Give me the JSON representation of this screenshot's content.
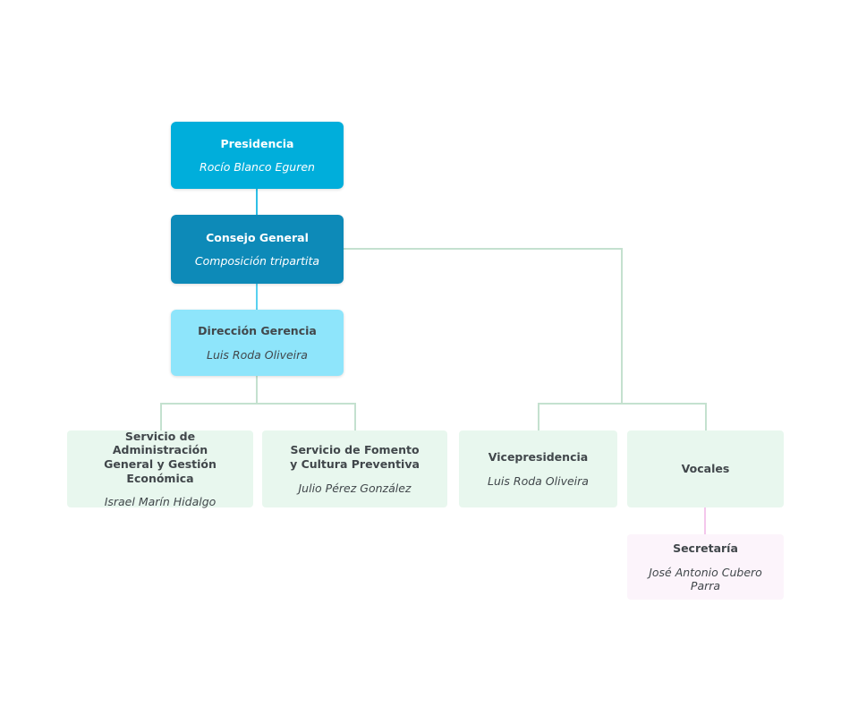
{
  "diagram": {
    "type": "org-chart",
    "background_color": "#ffffff",
    "nodes": [
      {
        "id": "presidencia",
        "title_lines": [
          "Presidencia"
        ],
        "subtitle": "Rocío Blanco Eguren",
        "color": "#00aedb",
        "text_color": "#ffffff"
      },
      {
        "id": "consejo-general",
        "title_lines": [
          "Consejo General"
        ],
        "subtitle": "Composición tripartita",
        "color": "#0d8ab8",
        "text_color": "#ffffff"
      },
      {
        "id": "direccion-gerencia",
        "title_lines": [
          "Dirección Gerencia"
        ],
        "subtitle": "Luis Roda Oliveira",
        "color": "#8ee5fb",
        "text_color": "#41474b"
      },
      {
        "id": "servicio-administracion",
        "title_lines": [
          "Servicio de Administración",
          "General y Gestión Económica"
        ],
        "subtitle": "Israel Marín Hidalgo",
        "color": "#e8f7ee",
        "text_color": "#41474b"
      },
      {
        "id": "servicio-fomento",
        "title_lines": [
          "Servicio de Fomento",
          "y Cultura Preventiva"
        ],
        "subtitle": "Julio Pérez González",
        "color": "#e8f7ee",
        "text_color": "#41474b"
      },
      {
        "id": "vicepresidencia",
        "title_lines": [
          "Vicepresidencia"
        ],
        "subtitle": "Luis Roda Oliveira",
        "color": "#e8f7ee",
        "text_color": "#41474b"
      },
      {
        "id": "vocales",
        "title_lines": [
          "Vocales"
        ],
        "subtitle": "",
        "color": "#e8f7ee",
        "text_color": "#41474b"
      },
      {
        "id": "secretaria",
        "title_lines": [
          "Secretaría"
        ],
        "subtitle": "José Antonio Cubero Parra",
        "color": "#fcf4fb",
        "text_color": "#41474b"
      }
    ],
    "connector_colors": {
      "cyan_top": "#2ebfe7",
      "cyan_mid": "#58d1f0",
      "green": "#c4e1cf",
      "pink": "#f4c7ec"
    }
  }
}
